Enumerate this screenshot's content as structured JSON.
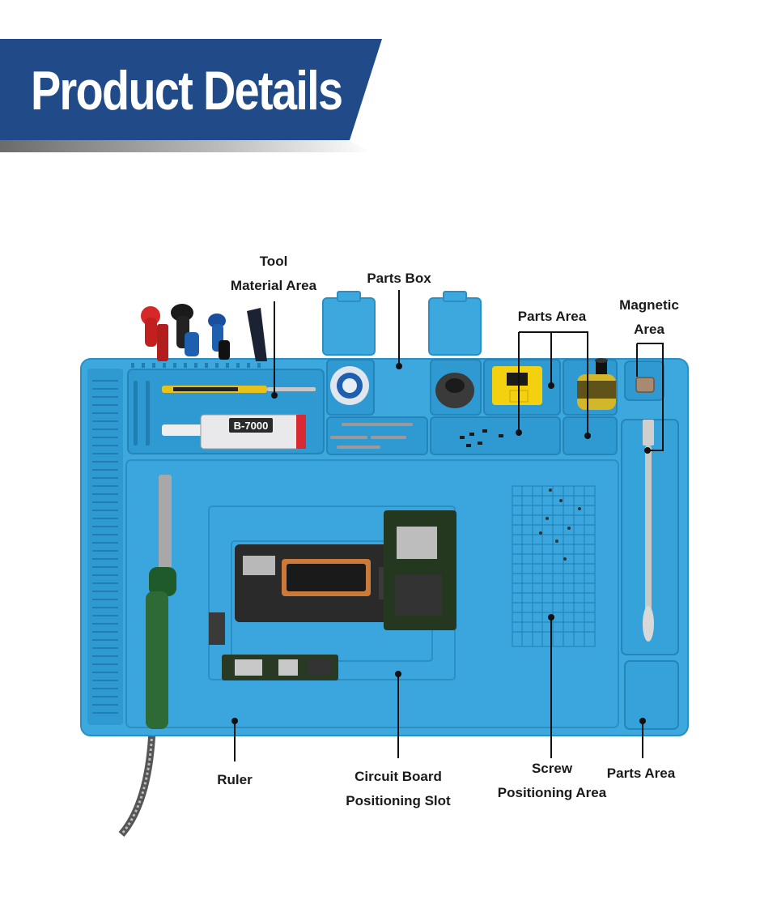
{
  "header": {
    "title": "Product Details",
    "bg_color": "#214a89"
  },
  "mat": {
    "color": "#3da8de",
    "dark_color": "#2a8fc4"
  },
  "callouts": {
    "tool_material_area": {
      "line1": "Tool",
      "line2": "Material Area"
    },
    "parts_box": {
      "line1": "Parts Box"
    },
    "parts_area_top": {
      "line1": "Parts Area"
    },
    "magnetic_area": {
      "line1": "Magnetic",
      "line2": "Area"
    },
    "ruler": {
      "line1": "Ruler"
    },
    "circuit_board_slot": {
      "line1": "Circuit Board",
      "line2": "Positioning Slot"
    },
    "screw_positioning": {
      "line1": "Screw",
      "line2": "Positioning Area"
    },
    "parts_area_bottom": {
      "line1": "Parts Area"
    }
  },
  "products": {
    "glue_tube_label": "B-7000"
  }
}
